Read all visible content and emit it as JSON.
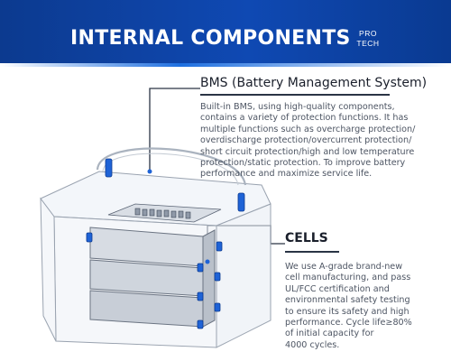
{
  "header": {
    "title": "INTERNAL COMPONENTS",
    "brand_line1": "PRO",
    "brand_line2": "TECH"
  },
  "bms": {
    "heading": "BMS (Battery Management System)",
    "description": "Built-in BMS, using high-quality components,\ncontains a variety of protection functions. It has\nmultiple functions such as overcharge protection/\noverdischarge protection/overcurrent protection/\nshort circuit protection/high and low temperature\nprotection/static protection. To improve battery\nperformance and maximize service life."
  },
  "cells": {
    "heading": "CELLS",
    "description": "We use A-grade brand-new\ncell manufacturing, and pass\nUL/FCC certification and\nenvironmental safety testing\nto ensure its safety and high\nperformance. Cycle life≥80%\nof initial capacity for\n4000 cycles."
  },
  "illustration": {
    "subject": "transparent-battery-cutaway",
    "accent_color": "#1f63d6",
    "outline_color": "#9aa3b0"
  }
}
